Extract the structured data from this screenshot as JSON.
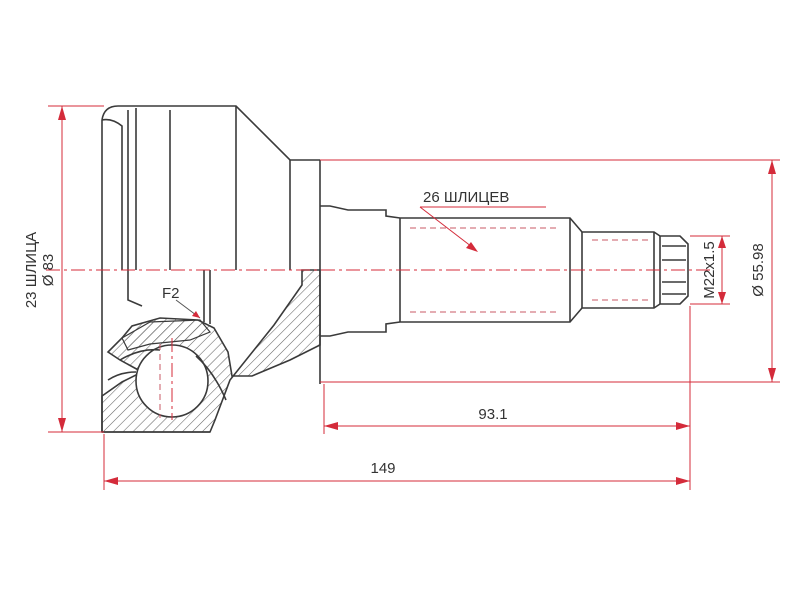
{
  "labels": {
    "splines_outer": "26 ШЛИЦЕВ",
    "splines_inner": "23 ШЛИЦА",
    "dia_housing": "Ø 83",
    "thread": "M22x1.5",
    "dia_shaft": "Ø 55.98",
    "len_shaft": "93.1",
    "len_total": "149",
    "feature": "F2"
  },
  "colors": {
    "dimension": "#d42b3a",
    "outline": "#3a3a3a",
    "hatch": "#666666"
  }
}
